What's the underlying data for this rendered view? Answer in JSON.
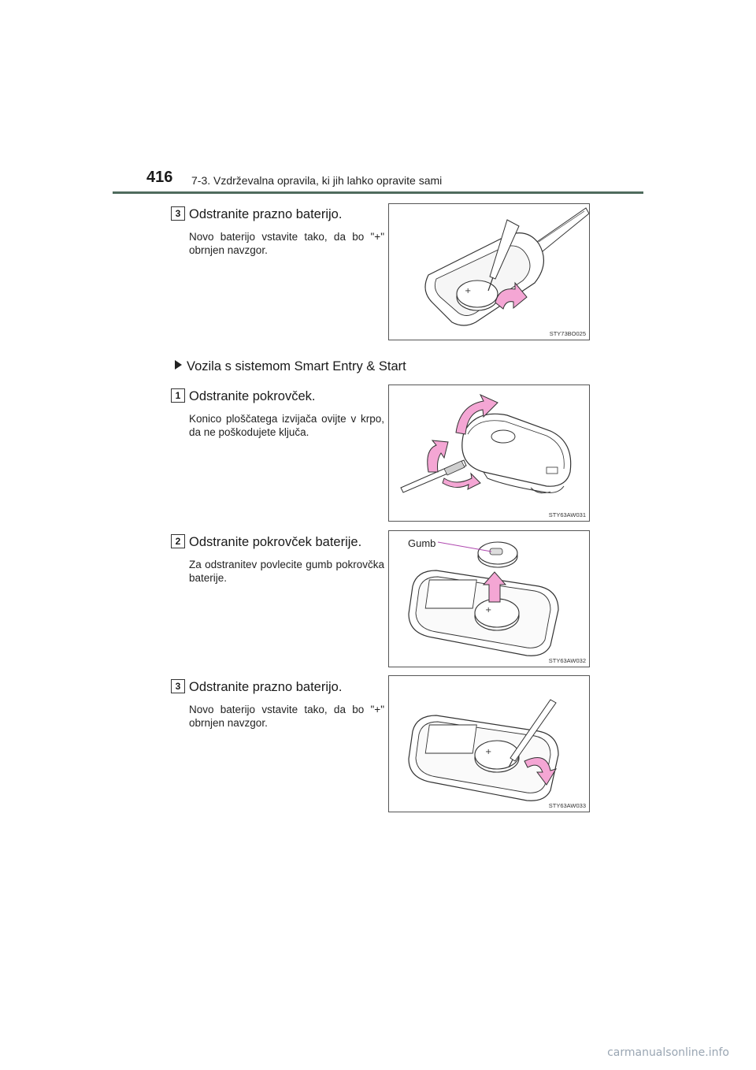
{
  "header": {
    "page_number": "416",
    "section_title": "7-3. Vzdrževalna opravila, ki jih lahko opravite sami"
  },
  "steps": [
    {
      "badge": "3",
      "title": "Odstranite prazno baterijo.",
      "desc": "Novo baterijo vstavite tako, da bo \"+\" obrnjen navzgor.",
      "figure_code": "STY73BO025"
    },
    {
      "badge": "1",
      "title": "Odstranite pokrovček.",
      "desc": "Konico ploščatega izvijača ovijte v krpo, da ne poškodujete ključa.",
      "figure_code": "STY63AW031"
    },
    {
      "badge": "2",
      "title": "Odstranite pokrovček baterije.",
      "desc": "Za odstranitev povlecite gumb pokrovčka baterije.",
      "figure_code": "STY63AW032",
      "figure_label": "Gumb"
    },
    {
      "badge": "3",
      "title": "Odstranite prazno baterijo.",
      "desc": "Novo baterijo vstavite tako, da bo \"+\" obrnjen navzgor.",
      "figure_code": "STY63AW033"
    }
  ],
  "variant_heading": "Vozila s sistemom Smart Entry & Start",
  "footer": {
    "watermark": "carmanualsonline.info"
  },
  "colors": {
    "rule": "#4f6b5d",
    "arrow": "#f4a6d4",
    "arrow_stroke": "#333333",
    "label_line": "#b04ab0"
  }
}
